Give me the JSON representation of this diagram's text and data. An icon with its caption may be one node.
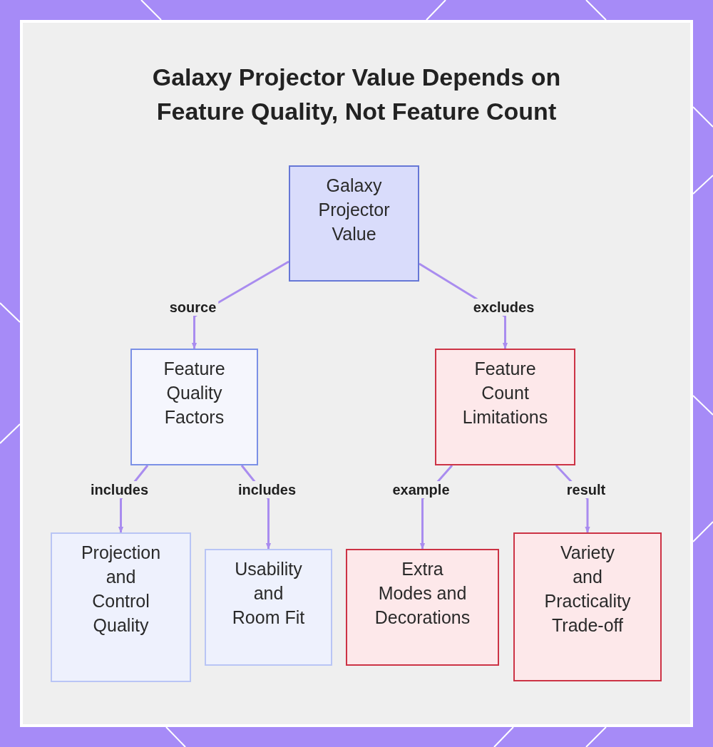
{
  "diagram": {
    "title": "Galaxy Projector Value Depends on Feature Quality, Not Feature Count",
    "nodes": [
      {
        "text": [
          "Galaxy Projector Value"
        ]
      },
      {
        "text": [
          "Feature Quality Factors"
        ]
      },
      {
        "text": [
          "Feature Count Limitations"
        ]
      },
      {
        "text": [
          "Projection and Control Quality"
        ]
      },
      {
        "text": [
          "Usability and Room Fit"
        ]
      },
      {
        "text": [
          "Extra Modes and Decorations"
        ]
      },
      {
        "text": [
          "Variety and Practicality Trade-off"
        ]
      }
    ],
    "edges": [
      {
        "from": 0,
        "to": 1,
        "arrow": "to",
        "label": "source"
      },
      {
        "from": 0,
        "to": 2,
        "arrow": "to",
        "label": "excludes"
      },
      {
        "from": 1,
        "to": 3,
        "arrow": "to",
        "label": "includes"
      },
      {
        "from": 1,
        "to": 4,
        "arrow": "to",
        "label": "includes"
      },
      {
        "from": 2,
        "to": 5,
        "arrow": "to",
        "label": "example"
      },
      {
        "from": 2,
        "to": 6,
        "arrow": "to",
        "label": "result"
      }
    ]
  }
}
